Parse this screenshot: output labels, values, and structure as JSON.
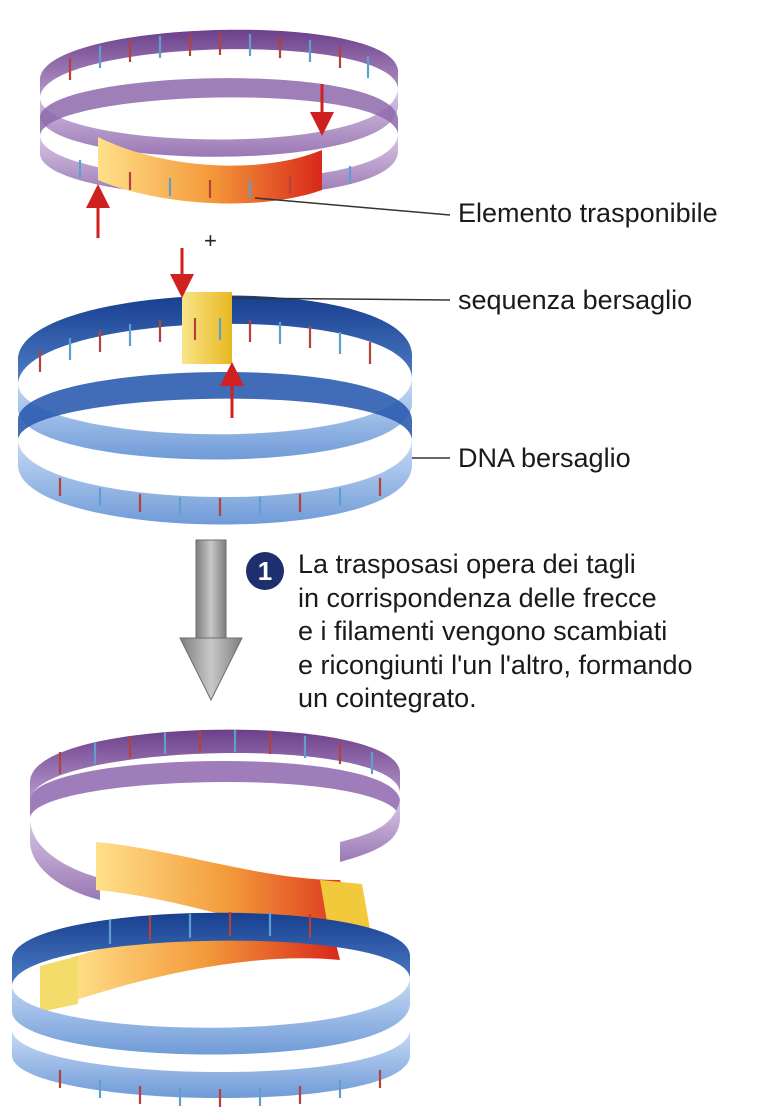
{
  "labels": {
    "transposable_element": "Elemento trasponibile",
    "target_sequence": "sequenza bersaglio",
    "target_dna": "DNA bersaglio"
  },
  "plus_sign": "+",
  "step": {
    "number": "1",
    "lines": [
      "La trasposasi opera dei tagli",
      "in corrispondenza delle frecce",
      "e i filamenti vengono scambiati",
      "e ricongiunti l'un l'altro, formando",
      "un cointegrato."
    ]
  },
  "colors": {
    "transposon_ring_light": "#c9b3d8",
    "transposon_ring_dark": "#7b4f95",
    "transposon_segment_start": "#ffd36b",
    "transposon_segment_end": "#e0331a",
    "target_ring_light": "#a9c6ee",
    "target_ring_dark": "#1f4fa3",
    "target_sequence_fill": "#f6d84b",
    "cut_arrow": "#d02020",
    "process_arrow": "#9a9a9a",
    "step_badge": "#1e2f6e"
  }
}
